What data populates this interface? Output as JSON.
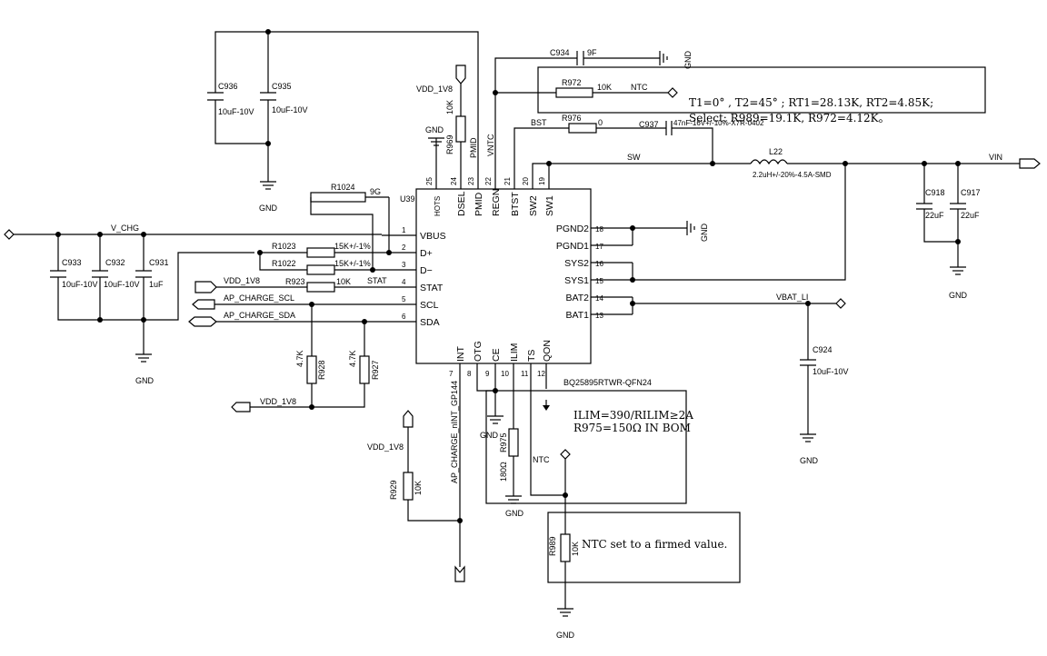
{
  "ic": {
    "ref": "U39",
    "part": "BQ25895RTWR-QFN24",
    "left_pins": [
      {
        "num": "1",
        "name": "VBUS"
      },
      {
        "num": "2",
        "name": "D+"
      },
      {
        "num": "3",
        "name": "D−"
      },
      {
        "num": "4",
        "name": "STAT"
      },
      {
        "num": "5",
        "name": "SCL"
      },
      {
        "num": "6",
        "name": "SDA"
      }
    ],
    "right_pins": [
      {
        "num": "18",
        "name": "PGND2"
      },
      {
        "num": "17",
        "name": "PGND1"
      },
      {
        "num": "16",
        "name": "SYS2"
      },
      {
        "num": "15",
        "name": "SYS1"
      },
      {
        "num": "14",
        "name": "BAT2"
      },
      {
        "num": "13",
        "name": "BAT1"
      }
    ],
    "top_pins": [
      {
        "num": "25",
        "name": "HOTS"
      },
      {
        "num": "24",
        "name": "DSEL"
      },
      {
        "num": "23",
        "name": "PMID"
      },
      {
        "num": "22",
        "name": "REGN"
      },
      {
        "num": "21",
        "name": "BTST"
      },
      {
        "num": "20",
        "name": "SW2"
      },
      {
        "num": "19",
        "name": "SW1"
      }
    ],
    "bottom_pins": [
      {
        "num": "7",
        "name": "INT"
      },
      {
        "num": "8",
        "name": "OTG"
      },
      {
        "num": "9",
        "name": "CE"
      },
      {
        "num": "10",
        "name": "ILIM"
      },
      {
        "num": "11",
        "name": "TS"
      },
      {
        "num": "12",
        "name": "QON"
      }
    ]
  },
  "nets": {
    "v_chg": "V_CHG",
    "vdd_1v8": "VDD_1V8",
    "ap_scl": "AP_CHARGE_SCL",
    "ap_sda": "AP_CHARGE_SDA",
    "ap_int": "AP_CHARGE_nINT_GP144",
    "gnd": "GND",
    "vin": "VIN",
    "vbat": "VBAT_LI",
    "sw": "SW",
    "bst": "BST",
    "ntc": "NTC",
    "vntc": "VNTC",
    "stat": "STAT",
    "pmid": "PMID"
  },
  "parts": {
    "c936": {
      "ref": "C936",
      "value": "10uF-10V"
    },
    "c935": {
      "ref": "C935",
      "value": "10uF-10V"
    },
    "c933": {
      "ref": "C933",
      "value": "10uF-10V"
    },
    "c932": {
      "ref": "C932",
      "value": "10uF-10V"
    },
    "c931": {
      "ref": "C931",
      "value": "1uF"
    },
    "r1024": {
      "ref": "R1024",
      "value": "9G"
    },
    "r1023": {
      "ref": "R1023",
      "value": "15K+/-1%"
    },
    "r1022": {
      "ref": "R1022",
      "value": "15K+/-1%"
    },
    "r923": {
      "ref": "R923",
      "value": "10K"
    },
    "r928": {
      "ref": "R928",
      "value": "4.7K"
    },
    "r927": {
      "ref": "R927",
      "value": "4.7K"
    },
    "r929": {
      "ref": "R929",
      "value": "10K"
    },
    "r969": {
      "ref": "R969",
      "value": "10K"
    },
    "c934": {
      "ref": "C934",
      "value": "9F"
    },
    "r972": {
      "ref": "R972",
      "value": "10K"
    },
    "r976": {
      "ref": "R976",
      "value": "0"
    },
    "c937": {
      "ref": "C937",
      "value": "47nF-16V+/-10%-X7R-0402"
    },
    "l22": {
      "ref": "L22",
      "value": "2.2uH+/-20%-4.5A-SMD"
    },
    "c918": {
      "ref": "C918",
      "value": "22uF"
    },
    "c917": {
      "ref": "C917",
      "value": "22uF"
    },
    "c924": {
      "ref": "C924",
      "value": "10uF-10V"
    },
    "r975": {
      "ref": "R975",
      "value": "180Ω"
    },
    "r989": {
      "ref": "R989",
      "value": "10K"
    }
  },
  "notes": {
    "ntc_line1": "T1=0°  , T2=45°  ; RT1=28.13K, RT2=4.85K;",
    "ntc_line2": "Select: R989=19.1K, R972=4.12K。",
    "ilim_line1": "ILIM=390/RILIM≥2A",
    "ilim_line2": "R975=150Ω  IN BOM",
    "ntc_fixed": "NTC set to a firmed value."
  }
}
